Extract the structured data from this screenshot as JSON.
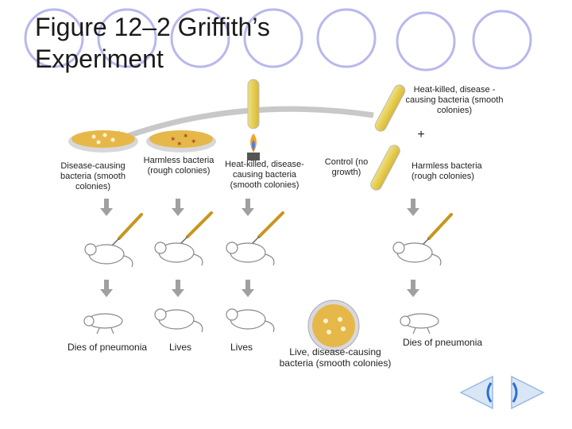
{
  "slide": {
    "title_line1": "Figure 12–2 Griffith’s",
    "title_line2": "Experiment"
  },
  "labels": {
    "disease_causing": "Disease-causing bacteria (smooth colonies)",
    "harmless_rough": "Harmless bacteria (rough colonies)",
    "heat_killed": "Heat-killed, disease-causing bacteria (smooth colonies)",
    "control": "Control (no growth)",
    "heat_killed_top": "Heat-killed, disease -causing bacteria (smooth colonies)",
    "plus": "+",
    "harmless_right": "Harmless bacteria (rough colonies)"
  },
  "outcomes": {
    "col1": "Dies of pneumonia",
    "col2": "Lives",
    "col3": "Lives",
    "col4": "Live, disease-causing bacteria (smooth colonies)",
    "col5": "Dies of pneumonia"
  },
  "nav": {
    "prev": "previous",
    "next": "next"
  },
  "colors": {
    "circle_fill": "#ffffff",
    "circle_stroke": "#b8b8ee",
    "dish_fill": "#e6b84a",
    "tube_liquid": "#e8d24a",
    "syringe": "#c8961e",
    "arrow": "#a0a0a0",
    "nav_blue": "#2a6fd0"
  }
}
